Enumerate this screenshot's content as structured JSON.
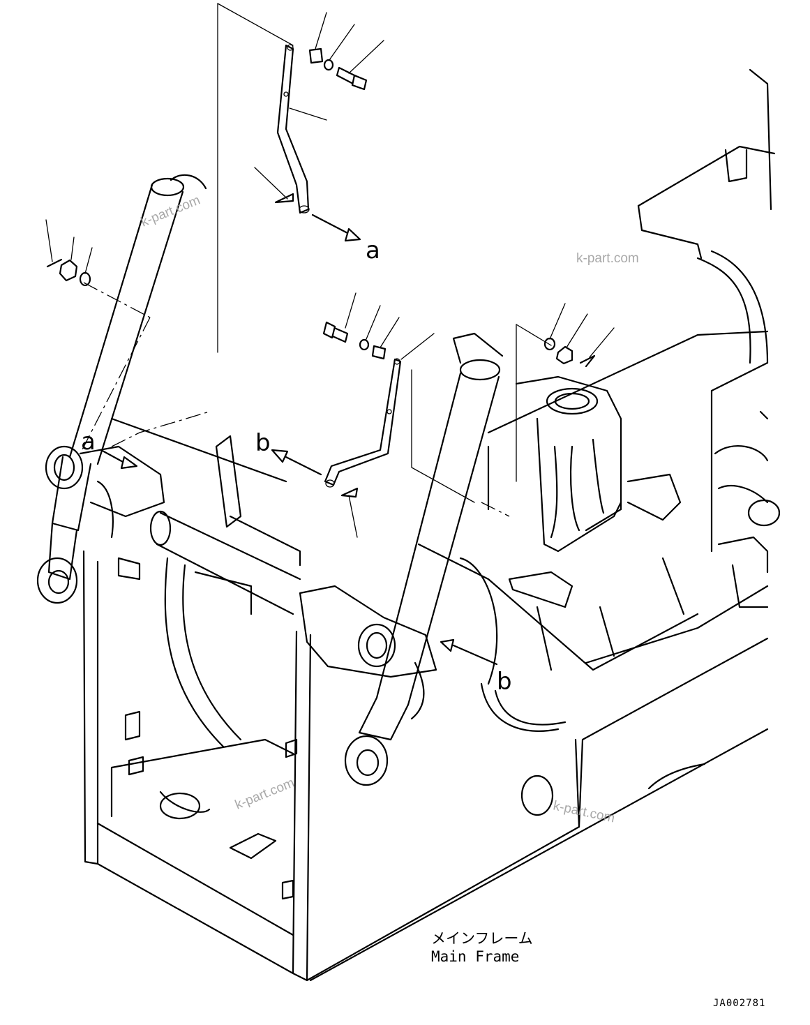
{
  "callouts": {
    "a_top": "a",
    "a_left": "a",
    "b_mid": "b",
    "b_right": "b"
  },
  "caption": {
    "japanese": "メインフレーム",
    "english": "Main Frame"
  },
  "drawing_code": "JA002781",
  "watermarks": {
    "w1": "k-part.com",
    "w2": "k-part.com",
    "w3": "k-part.com",
    "w4": "k-part.com"
  }
}
